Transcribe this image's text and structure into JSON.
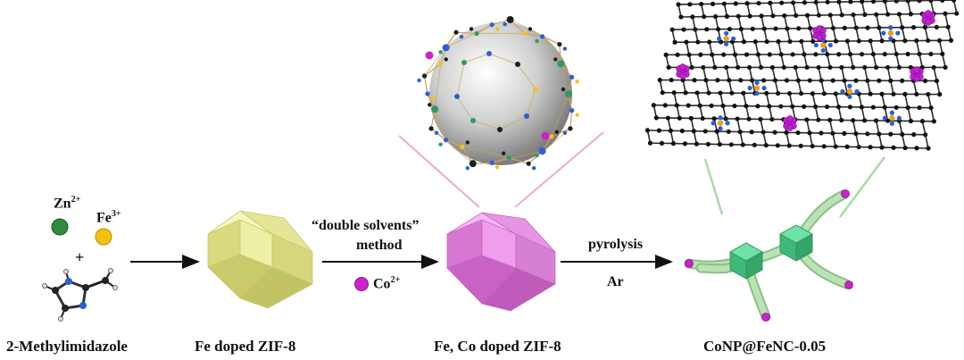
{
  "reagents": {
    "zn": {
      "symbol": "Zn",
      "charge": "2+",
      "color": "#2e8b3a"
    },
    "fe": {
      "symbol": "Fe",
      "charge": "3+",
      "color": "#f2c10f"
    },
    "plus": "+",
    "ligand_label": "2-Methylimidazole"
  },
  "steps": {
    "step1_product": "Fe doped ZIF-8",
    "step2_method_line1": "“double solvents”",
    "step2_method_line2": "method",
    "step2_additive": {
      "symbol": "Co",
      "charge": "2+",
      "color": "#cc22cc"
    },
    "step2_product": "Fe, Co doped ZIF-8",
    "step3_condition_top": "pyrolysis",
    "step3_condition_bottom": "Ar",
    "step3_product": "CoNP@FeNC-0.05"
  },
  "colors": {
    "zif_yellow": "#e6e79a",
    "zif_pink": "#e98ae6",
    "nanoparticle_green": "#4fcf8e",
    "carbon_tube": "#a8d9a4",
    "co_particle": "#cc22cc",
    "pink_lines": "#e7b1bd",
    "green_lines": "#a8dca4"
  }
}
